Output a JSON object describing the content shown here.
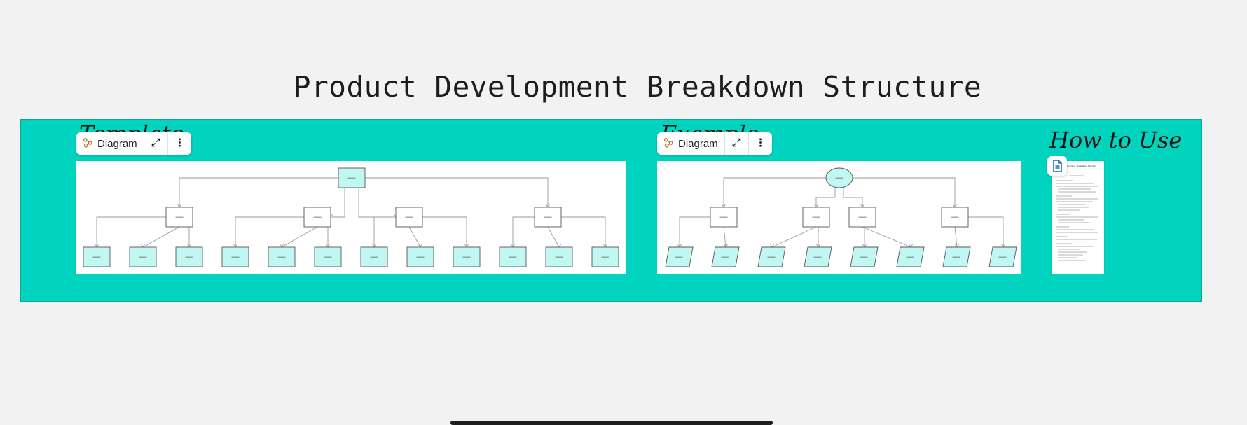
{
  "page": {
    "title": "Product Development Breakdown Structure"
  },
  "frame": {
    "background": "#00d4bf"
  },
  "sections": {
    "template_heading": "Template",
    "example_heading": "Example",
    "how_to_heading": "How to Use"
  },
  "diagram_toolbar": {
    "label": "Diagram",
    "icon": "diagram-icon",
    "expand_icon": "expand-icon",
    "more_icon": "more-vertical-icon"
  },
  "template_diagram": {
    "node_fill": "#c1f7f2",
    "root_label": "—",
    "level2_labels": [
      "—",
      "—",
      "—",
      "—"
    ],
    "leaf_labels": [
      "—",
      "—",
      "—",
      "—",
      "—",
      "—",
      "—",
      "—",
      "—",
      "—",
      "—",
      "—"
    ]
  },
  "example_diagram": {
    "node_fill": "#c1f7f2",
    "root_label": "—",
    "level2_labels": [
      "—",
      "—",
      "—",
      "—"
    ],
    "leaf_labels": [
      "—",
      "—",
      "—",
      "—",
      "—",
      "—",
      "—",
      "—"
    ]
  },
  "how_to_doc": {
    "icon": "document-icon",
    "title": "Instructions: Breakdown Structure"
  }
}
